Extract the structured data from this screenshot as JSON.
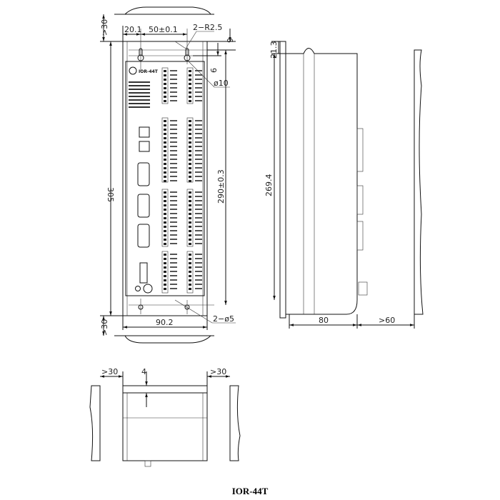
{
  "drawing": {
    "title": "IOR-44T",
    "device_logo_text": "IOR-44T",
    "front_view": {
      "top_clearance": ">30",
      "bottom_clearance": ">30",
      "hole_offset": "20.1",
      "hole_spacing": "50±0.1",
      "slot_radius": "2−R2.5",
      "flange_top": "9",
      "slot_depth": "6",
      "slot_diameter": "ø10",
      "overall_height": "305",
      "hole_pitch_vertical": "290±0.3",
      "overall_width": "90.2",
      "bottom_holes": "2−ø5"
    },
    "side_view": {
      "top_offset": "21.3",
      "body_height": "269.4",
      "depth": "80",
      "rear_clearance": ">60"
    },
    "bottom_view": {
      "left_clearance": ">30",
      "right_clearance": ">30",
      "lip": "4"
    }
  }
}
